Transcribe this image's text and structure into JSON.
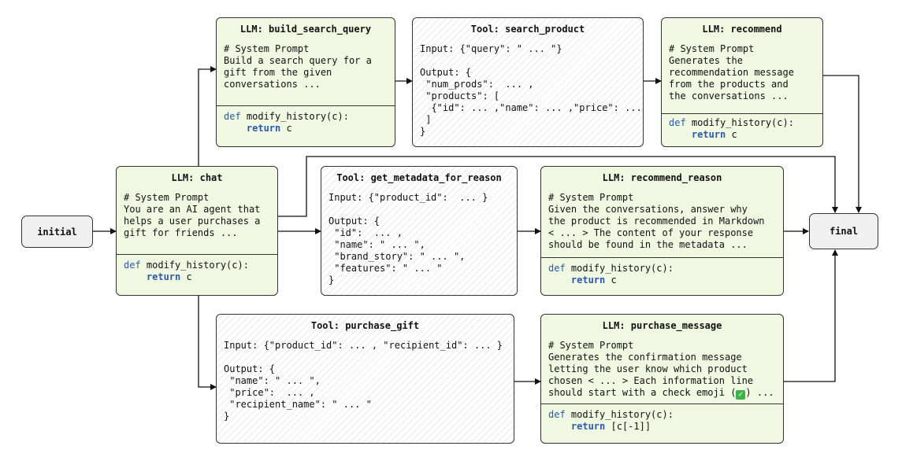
{
  "nodes": {
    "initial": {
      "label": "initial"
    },
    "final": {
      "label": "final"
    },
    "chat": {
      "title": "LLM: chat",
      "prompt": "# System Prompt\nYou are an AI agent that\nhelps a user purchases a\ngift for friends ...",
      "code_def": "def",
      "code_sig": " modify_history(c):",
      "code_ret": "return",
      "code_val": " c"
    },
    "build_search_query": {
      "title": "LLM: build_search_query",
      "prompt": "# System Prompt\nBuild a search query for a\ngift from the given\nconversations ...",
      "code_def": "def",
      "code_sig": " modify_history(c):",
      "code_ret": "return",
      "code_val": " c"
    },
    "search_product": {
      "title": "Tool: search_product",
      "body": "Input: {\"query\": \" ... \"}\n\nOutput: {\n \"num_prods\":  ... ,\n \"products\": [\n  {\"id\": ... ,\"name\": ... ,\"price\": ... }\n ]\n}"
    },
    "recommend": {
      "title": "LLM: recommend",
      "prompt": "# System Prompt\nGenerates the\nrecommendation message\nfrom the products and\nthe conversations ...",
      "code_def": "def",
      "code_sig": " modify_history(c):",
      "code_ret": "return",
      "code_val": " c"
    },
    "get_metadata_for_reason": {
      "title": "Tool: get_metadata_for_reason",
      "body": "Input: {\"product_id\":  ... }\n\nOutput: {\n \"id\":  ... ,\n \"name\": \" ... \",\n \"brand_story\": \" ... \",\n \"features\": \" ... \"\n}"
    },
    "recommend_reason": {
      "title": "LLM: recommend_reason",
      "prompt": "# System Prompt\nGiven the conversations, answer why\nthe product is recommended in Markdown\n< ... > The content of your response\nshould be found in the metadata ...",
      "code_def": "def",
      "code_sig": " modify_history(c):",
      "code_ret": "return",
      "code_val": " c"
    },
    "purchase_gift": {
      "title": "Tool: purchase_gift",
      "body": "Input: {\"product_id\": ... , \"recipient_id\": ... }\n\nOutput: {\n \"name\": \" ... \",\n \"price\":  ... ,\n \"recipient_name\": \" ... \"\n}"
    },
    "purchase_message": {
      "title": "LLM: purchase_message",
      "prompt": "# System Prompt\nGenerates the confirmation message\nletting the user know which product\nchosen < ... > Each information line\nshould start with a check emoji (",
      "prompt_emoji": "✓",
      "prompt_end": ") ...",
      "code_def": "def",
      "code_sig": " modify_history(c):",
      "code_ret": "return",
      "code_val": " [c[-1]]"
    }
  },
  "colors": {
    "llm_fill": "#f1f8e2",
    "tool_hatch": "#cda5b4",
    "state_fill": "#f0f0f0",
    "keyword": "#2a5aa8",
    "emoji_green": "#3bb24a"
  }
}
